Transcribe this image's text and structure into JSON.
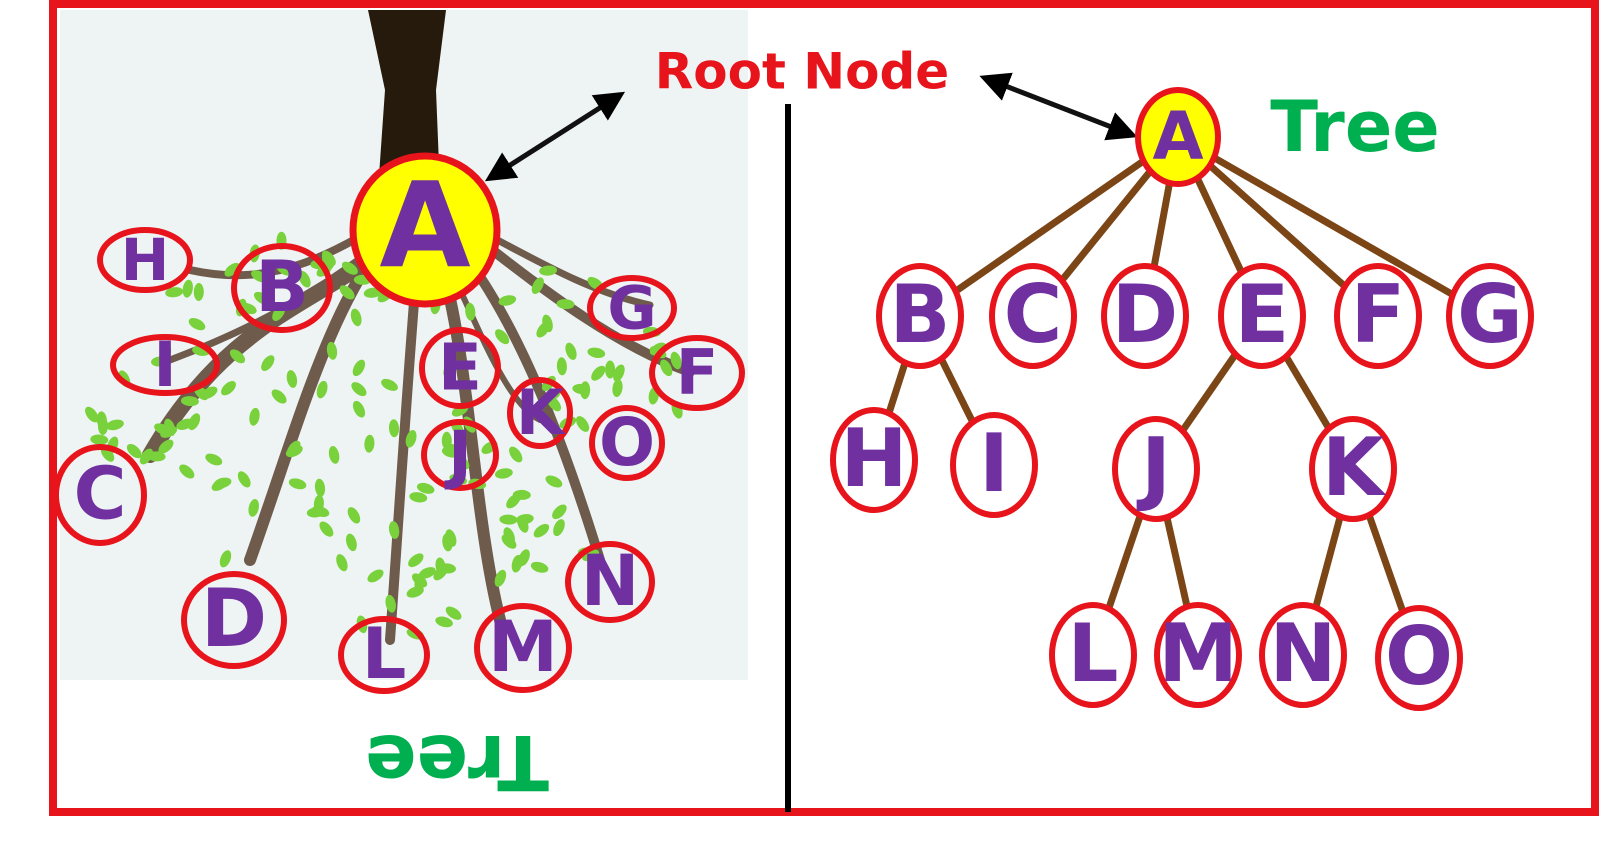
{
  "root_label": "Root Node",
  "tree_label": "Tree",
  "inverted_tree_label": "Tree",
  "colors": {
    "frame": "#e8141b",
    "node_ring": "#e8141b",
    "node_text": "#7030a0",
    "root_fill": "#ffff00",
    "edge": "#7b4516",
    "tree_label": "#00b050",
    "root_label": "#e8141b",
    "trunk": "#261a0c",
    "leaf": "#79d23b",
    "branch": "#6e5b4b"
  },
  "right_tree": {
    "root": "A",
    "nodes": [
      "A",
      "B",
      "C",
      "D",
      "E",
      "F",
      "G",
      "H",
      "I",
      "J",
      "K",
      "L",
      "M",
      "N",
      "O"
    ],
    "edges": [
      [
        "A",
        "B"
      ],
      [
        "A",
        "C"
      ],
      [
        "A",
        "D"
      ],
      [
        "A",
        "E"
      ],
      [
        "A",
        "F"
      ],
      [
        "A",
        "G"
      ],
      [
        "B",
        "H"
      ],
      [
        "B",
        "I"
      ],
      [
        "E",
        "J"
      ],
      [
        "E",
        "K"
      ],
      [
        "J",
        "L"
      ],
      [
        "J",
        "M"
      ],
      [
        "K",
        "N"
      ],
      [
        "K",
        "O"
      ]
    ]
  },
  "left_tree": {
    "root": "A",
    "nodes": [
      "A",
      "H",
      "B",
      "G",
      "I",
      "E",
      "F",
      "K",
      "O",
      "J",
      "C",
      "N",
      "D",
      "L",
      "M"
    ]
  }
}
